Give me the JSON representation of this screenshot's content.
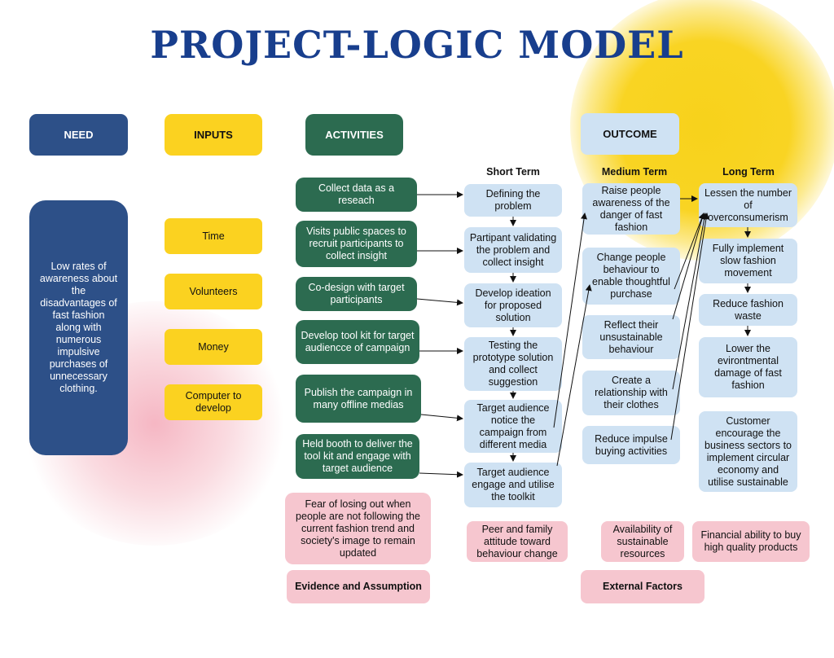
{
  "title": "PROJECT-LOGIC MODEL",
  "headers": {
    "need": "NEED",
    "inputs": "INPUTS",
    "activities": "ACTIVITIES",
    "outcome": "OUTCOME"
  },
  "need_text": "Low rates of awareness about the disadvantages of fast fashion along with numerous impulsive purchases of unnecessary clothing.",
  "inputs": [
    "Time",
    "Volunteers",
    "Money",
    "Computer to develop"
  ],
  "activities": [
    "Collect data as a reseach",
    "Visits public spaces to recruit participants to collect insight",
    "Co-design with target participants",
    "Develop tool kit for target audiencce of campaign",
    "Publish the campaign in many offline medias",
    "Held booth to deliver the tool kit and engage with target audience"
  ],
  "column_labels": {
    "short": "Short Term",
    "medium": "Medium Term",
    "long": "Long Term"
  },
  "short_term": [
    "Defining the problem",
    "Partipant validating the problem and collect insight",
    "Develop ideation for proposed solution",
    "Testing the prototype solution and collect suggestion",
    "Target audience notice the campaign from different media",
    "Target audience engage and utilise the toolkit"
  ],
  "medium_term": [
    "Raise people awareness of the danger of fast fashion",
    "Change people behaviour to enable thoughtful purchase",
    "Reflect their unsustainable behaviour",
    "Create a relationship with their clothes",
    "Reduce impulse buying activities"
  ],
  "long_term": [
    "Lessen the number of overconsumerism",
    "Fully implement slow fashion movement",
    "Reduce fashion waste",
    "Lower the evirontmental damage of fast fashion",
    "Customer encourage the business sectors to implement circular economy and utilise sustainable"
  ],
  "evidence": {
    "text": "Fear of losing out when people are not following the current fashion trend and society's image to remain updated",
    "label": "Evidence and Assumption"
  },
  "external": {
    "items": [
      "Peer and family attitude toward behaviour change",
      "Availability of sustainable resources",
      "Financial ability to buy high quality products"
    ],
    "label": "External Factors"
  },
  "colors": {
    "title": "#183e8d",
    "navy": "#2d5088",
    "yellow": "#fbd220",
    "green": "#2c6b50",
    "light_blue": "#cfe2f3",
    "pink": "#f6c6cf"
  }
}
